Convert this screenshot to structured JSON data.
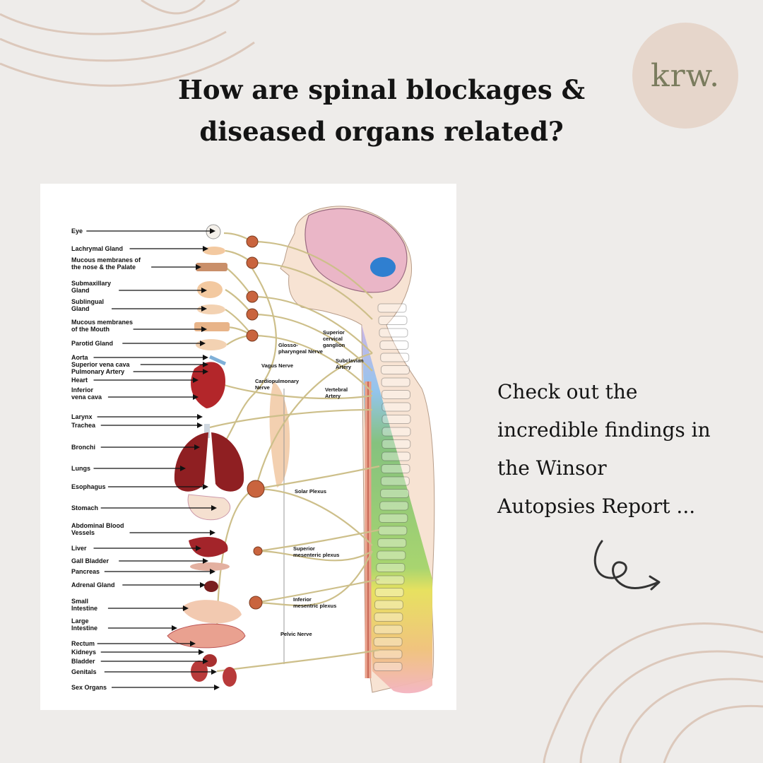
{
  "logo": {
    "text": "krw."
  },
  "title": {
    "line1": "How are spinal blockages &",
    "line2": "diseased organs related?"
  },
  "cta": {
    "line1": "Check out the",
    "line2": "incredible findings in",
    "line3": "the Winsor",
    "line4": "Autopsies Report ..."
  },
  "diagram": {
    "organ_labels": [
      [
        "Eye"
      ],
      [
        "Lachrymal Gland"
      ],
      [
        "Mucous membranes of",
        "the nose & the Palate"
      ],
      [
        "Submaxillary",
        "Gland"
      ],
      [
        "Sublingual",
        "Gland"
      ],
      [
        "Mucous membranes",
        "of the Mouth"
      ],
      [
        "Parotid Gland"
      ],
      [
        "Aorta"
      ],
      [
        "Superior vena cava"
      ],
      [
        "Pulmonary Artery"
      ],
      [
        "Heart"
      ],
      [
        "Inferior",
        "vena cava"
      ],
      [
        "Larynx"
      ],
      [
        "Trachea"
      ],
      [
        "Bronchi"
      ],
      [
        "Lungs"
      ],
      [
        "Esophagus"
      ],
      [
        "Stomach"
      ],
      [
        "Abdominal Blood",
        "Vessels"
      ],
      [
        "Liver"
      ],
      [
        "Gall Bladder"
      ],
      [
        "Pancreas"
      ],
      [
        "Adrenal Gland"
      ],
      [
        "Small",
        "Intestine"
      ],
      [
        "Large",
        "Intestine"
      ],
      [
        "Rectum"
      ],
      [
        "Kidneys"
      ],
      [
        "Bladder"
      ],
      [
        "Genitals"
      ],
      [
        "Sex Organs"
      ]
    ],
    "nerve_labels": {
      "glosso": [
        "Glosso-",
        "pharyngeal Nerve"
      ],
      "vagus": [
        "Vagus Nerve"
      ],
      "cardio": [
        "Cardiopulmonary",
        "Nerve"
      ],
      "superior_cervical": [
        "Superior",
        "cervical",
        "ganglion"
      ],
      "subclavian": [
        "Subclavian",
        "Artery"
      ],
      "vertebral": [
        "Vertebral",
        "Artery"
      ],
      "solar": [
        "Solar Plexus"
      ],
      "superior_mesenteric": [
        "Superior",
        "mesenteric plexus"
      ],
      "inferior_mesentric": [
        "Inferior",
        "mesentric plexus"
      ],
      "pelvic": [
        "Pelvic Nerve"
      ]
    }
  },
  "colors": {
    "background": "#eeecea",
    "logo_circle": "#e6d6cb",
    "logo_text": "#7a7c5e",
    "deco_lines": "#dcc8bb",
    "text": "#141414"
  }
}
